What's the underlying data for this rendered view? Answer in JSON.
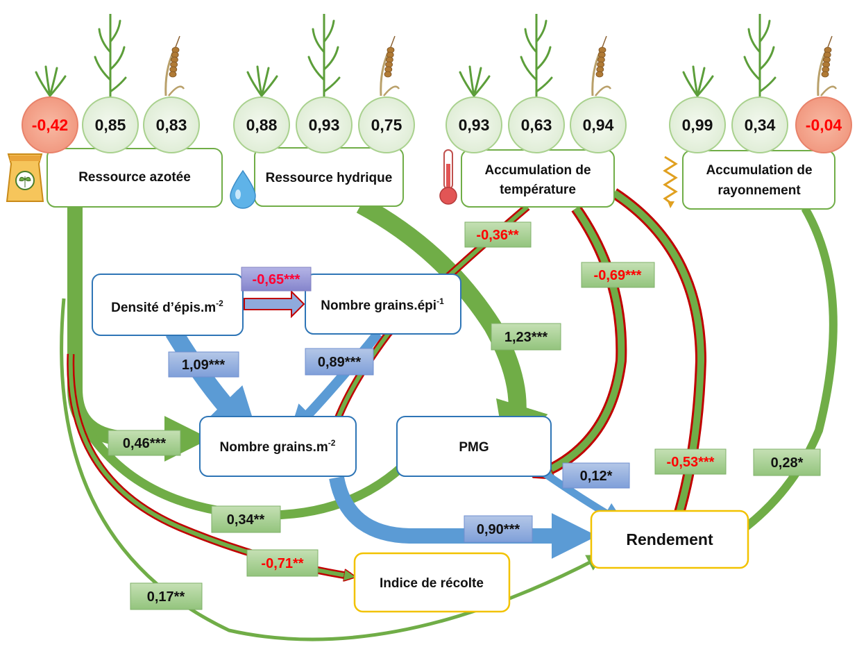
{
  "colors": {
    "green_arrow": "#70ad47",
    "green_circle_fill": "#e2efda",
    "green_circle_stroke": "#a9d18e",
    "red_circle_fill": "#f4a58a",
    "blue_arrow": "#5b9bd5",
    "label_green": "#a9d08e",
    "label_blue": "#8faadc",
    "label_purple": "#9999d6",
    "negative_text": "#ff0000",
    "red_outline": "#c00000",
    "yellow_box": "#f2c200"
  },
  "factors": [
    {
      "label": "Ressource azotée",
      "icon": "fertilizer-bag-icon",
      "stages": [
        {
          "stage": "seedling-icon",
          "value": "-0,42",
          "negative": true
        },
        {
          "stage": "stem-elongation-icon",
          "value": "0,85",
          "negative": false
        },
        {
          "stage": "ripe-ear-icon",
          "value": "0,83",
          "negative": false
        }
      ]
    },
    {
      "label": "Ressource hydrique",
      "icon": "water-drop-icon",
      "stages": [
        {
          "stage": "seedling-icon",
          "value": "0,88",
          "negative": false
        },
        {
          "stage": "stem-elongation-icon",
          "value": "0,93",
          "negative": false
        },
        {
          "stage": "ripe-ear-icon",
          "value": "0,75",
          "negative": false
        }
      ]
    },
    {
      "label_line1": "Accumulation de",
      "label_line2": "température",
      "icon": "thermometer-icon",
      "stages": [
        {
          "stage": "seedling-icon",
          "value": "0,93",
          "negative": false
        },
        {
          "stage": "stem-elongation-icon",
          "value": "0,63",
          "negative": false
        },
        {
          "stage": "ripe-ear-icon",
          "value": "0,94",
          "negative": false
        }
      ]
    },
    {
      "label_line1": "Accumulation de",
      "label_line2": "rayonnement",
      "icon": "radiation-zigzag-icon",
      "stages": [
        {
          "stage": "seedling-icon",
          "value": "0,99",
          "negative": false
        },
        {
          "stage": "stem-elongation-icon",
          "value": "0,34",
          "negative": false
        },
        {
          "stage": "ripe-ear-icon",
          "value": "-0,04",
          "negative": true
        }
      ]
    }
  ],
  "nodes": {
    "densite": {
      "text": "Densité d’épis.m",
      "sup": "-2"
    },
    "grains_epi": {
      "text": "Nombre grains.épi",
      "sup": "-1"
    },
    "grains_m": {
      "text": "Nombre grains.m",
      "sup": "-2"
    },
    "pmg": {
      "text": "PMG"
    },
    "rendement": {
      "text": "Rendement"
    },
    "indice": {
      "text": "Indice de récolte"
    }
  },
  "coefficients": {
    "temp_grains_m": "-0,36**",
    "densite_grains_epi": "-0,65***",
    "temp_pmg": "-0,69***",
    "hydrique_pmg": "1,23***",
    "densite_grains_m": "1,09***",
    "grains_epi_grains_m": "0,89***",
    "azote_grains_m": "0,46***",
    "pmg_rendement": "0,12*",
    "temp_rendement": "-0,53***",
    "rayonnement_rendement": "0,28*",
    "azote_pmg": "0,34**",
    "grains_m_rendement": "0,90***",
    "azote_indice": "-0,71**",
    "azote_rendement": "0,17**"
  }
}
